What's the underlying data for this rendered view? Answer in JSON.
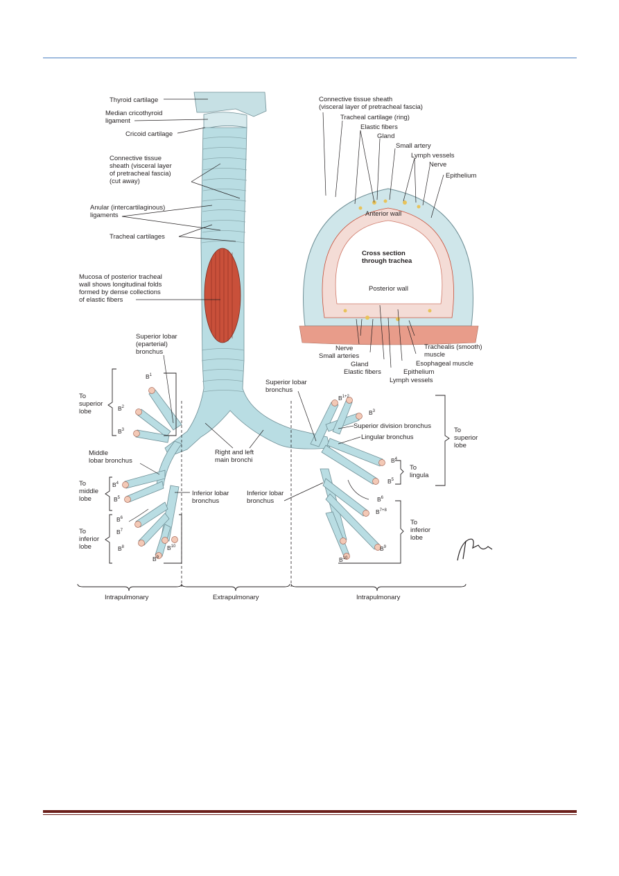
{
  "labels": {
    "thyroid_cartilage": "Thyroid cartilage",
    "median_cricothyroid_1": "Median cricothyroid",
    "median_cricothyroid_2": "ligament",
    "cricoid_cartilage": "Cricoid cartilage",
    "conn_sheath_left_1": "Connective tissue",
    "conn_sheath_left_2": "sheath (visceral layer",
    "conn_sheath_left_3": "of pretracheal fascia)",
    "conn_sheath_left_4": "(cut away)",
    "anular_1": "Anular (intercartilaginous)",
    "anular_2": "ligaments",
    "tracheal_cartilages": "Tracheal cartilages",
    "mucosa_1": "Mucosa of posterior tracheal",
    "mucosa_2": "wall shows longitudinal folds",
    "mucosa_3": "formed by dense collections",
    "mucosa_4": "of elastic fibers",
    "sup_lobar_right_1": "Superior lobar",
    "sup_lobar_right_2": "(eparterial)",
    "sup_lobar_right_3": "bronchus",
    "to_superior_lobe_right_1": "To",
    "to_superior_lobe_right_2": "superior",
    "to_superior_lobe_right_3": "lobe",
    "middle_lobar_1": "Middle",
    "middle_lobar_2": "lobar bronchus",
    "to_middle_lobe_1": "To",
    "to_middle_lobe_2": "middle",
    "to_middle_lobe_3": "lobe",
    "to_inferior_lobe_right_1": "To",
    "to_inferior_lobe_right_2": "inferior",
    "to_inferior_lobe_right_3": "lobe",
    "inferior_lobar_right_1": "Inferior lobar",
    "inferior_lobar_right_2": "bronchus",
    "main_bronchi_1": "Right and left",
    "main_bronchi_2": "main bronchi",
    "inferior_lobar_left_1": "Inferior lobar",
    "inferior_lobar_left_2": "bronchus",
    "sup_lobar_left_1": "Superior lobar",
    "sup_lobar_left_2": "bronchus",
    "sup_division": "Superior division bronchus",
    "lingular": "Lingular bronchus",
    "to_superior_lobe_left_1": "To",
    "to_superior_lobe_left_2": "superior",
    "to_superior_lobe_left_3": "lobe",
    "to_lingula_1": "To",
    "to_lingula_2": "lingula",
    "to_inferior_lobe_left_1": "To",
    "to_inferior_lobe_left_2": "inferior",
    "to_inferior_lobe_left_3": "lobe",
    "cs_conn_1": "Connective tissue sheath",
    "cs_conn_2": "(visceral layer of pretracheal fascia)",
    "cs_tracheal_cartilage": "Tracheal cartilage (ring)",
    "cs_elastic_top": "Elastic fibers",
    "cs_gland_top": "Gland",
    "cs_small_artery": "Small artery",
    "cs_lymph_top": "Lymph vessels",
    "cs_nerve_top": "Nerve",
    "cs_epithelium_top": "Epithelium",
    "cs_anterior_wall": "Anterior wall",
    "cs_title_1": "Cross section",
    "cs_title_2": "through trachea",
    "cs_posterior_wall": "Posterior wall",
    "cs_nerve_bottom": "Nerve",
    "cs_small_arteries": "Small arteries",
    "cs_gland_bottom": "Gland",
    "cs_elastic_bottom": "Elastic fibers",
    "cs_epithelium_bottom": "Epithelium",
    "cs_lymph_bottom": "Lymph vessels",
    "cs_trachealis_1": "Trachealis (smooth)",
    "cs_trachealis_2": "muscle",
    "cs_esophageal": "Esophageal muscle",
    "intrapulmonary_left": "Intrapulmonary",
    "extrapulmonary": "Extrapulmonary",
    "intrapulmonary_right": "Intrapulmonary"
  },
  "segments": {
    "b": "B",
    "r1": "1",
    "r2": "2",
    "r3": "3",
    "r4": "4",
    "r5": "5",
    "r6": "6",
    "r7": "7",
    "r8": "8",
    "r9": "9",
    "r10": "10",
    "l12": "1+2",
    "l3": "3",
    "l4": "4",
    "l5": "5",
    "l6": "6",
    "l78": "7+8",
    "l9": "9",
    "l10": "10"
  },
  "colors": {
    "airway": "#b9dde3",
    "airway_outline": "#6e8e95",
    "mucosa": "#c9503a",
    "cartilage_ring": "#cfe6ea",
    "ring_fill_inner": "#f4dcd6",
    "rule_top": "#4a7fc1",
    "rule_bottom": "#6b1f1a"
  }
}
